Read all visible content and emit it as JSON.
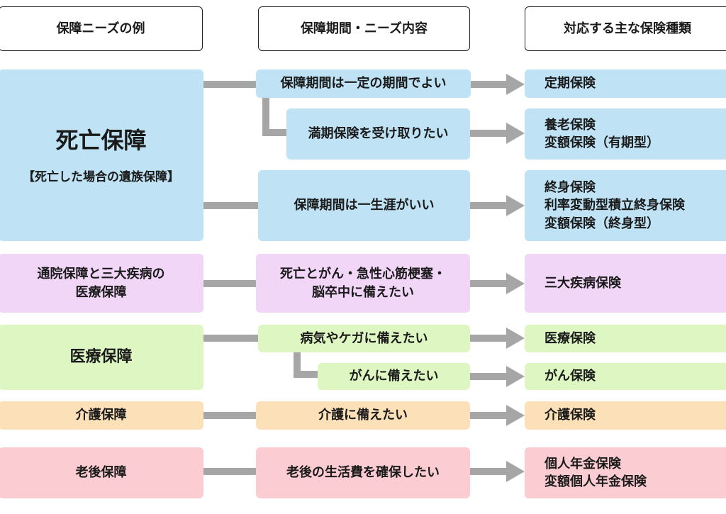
{
  "headers": {
    "col1": "保障ニーズの例",
    "col2": "保障期間・ニーズ内容",
    "col3": "対応する主な保険種類"
  },
  "death": {
    "title": "死亡保障",
    "subtitle": "【死亡した場合の遺族保障】",
    "need1": "保障期間は一定の期間でよい",
    "need2": "満期保険を受け取りたい",
    "need3": "保障期間は一生涯がいい",
    "ins1": "定期保険",
    "ins2": "養老保険\n変額保険（有期型）",
    "ins3": "終身保険\n利率変動型積立終身保険\n変額保険（終身型）"
  },
  "outpatient": {
    "title": "通院保障と三大疾病の\n医療保障",
    "need": "死亡とがん・急性心筋梗塞・\n脳卒中に備えたい",
    "ins": "三大疾病保険"
  },
  "medical": {
    "title": "医療保障",
    "need1": "病気やケガに備えたい",
    "need2": "がんに備えたい",
    "ins1": "医療保険",
    "ins2": "がん保険"
  },
  "care": {
    "title": "介護保障",
    "need": "介護に備えたい",
    "ins": "介護保険"
  },
  "retirement": {
    "title": "老後保障",
    "need": "老後の生活費を確保したい",
    "ins": "個人年金保険\n変額個人年金保険"
  },
  "colors": {
    "blue": "#bfe3f5",
    "purple": "#f1d6f8",
    "green": "#def7c2",
    "orange": "#fce0b8",
    "pink": "#fbcdd3",
    "connector": "#a6a6a6"
  }
}
